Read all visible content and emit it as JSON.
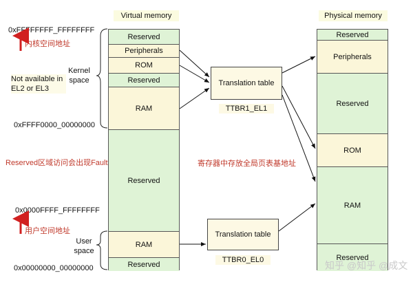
{
  "virtual_header": "Virtual memory",
  "physical_header": "Physical memory",
  "virtual_blocks": [
    {
      "label": "Reserved"
    },
    {
      "label": "Peripherals"
    },
    {
      "label": "ROM"
    },
    {
      "label": "Reserved"
    },
    {
      "label": "RAM"
    },
    {
      "label": "Reserved"
    },
    {
      "label": "RAM"
    },
    {
      "label": "Reserved"
    }
  ],
  "physical_blocks": [
    {
      "label": "Reserved"
    },
    {
      "label": "Peripherals"
    },
    {
      "label": "Reserved"
    },
    {
      "label": "ROM"
    },
    {
      "label": "RAM"
    },
    {
      "label": "Reserved"
    }
  ],
  "addresses": {
    "top": "0xFFFFFFFF_FFFFFFFF",
    "kernel_bottom": "0xFFFF0000_00000000",
    "user_top": "0x0000FFFF_FFFFFFFF",
    "bottom": "0x00000000_00000000"
  },
  "annotations": {
    "kernel_space_cn": "内核空间地址",
    "user_space_cn": "用户空间地址",
    "reserved_fault": "Reserved区域访问会出现Fault",
    "global_table_base": "寄存器中存放全局页表基地址",
    "not_available": "Not available in EL2 or EL3",
    "kernel_space": "Kernel space",
    "user_space": "User space"
  },
  "translation_tables": [
    {
      "label": "Translation table",
      "register": "TTBR1_EL1"
    },
    {
      "label": "Translation table",
      "register": "TTBR0_EL0"
    }
  ],
  "watermark": "知乎 @知乎 @成文"
}
